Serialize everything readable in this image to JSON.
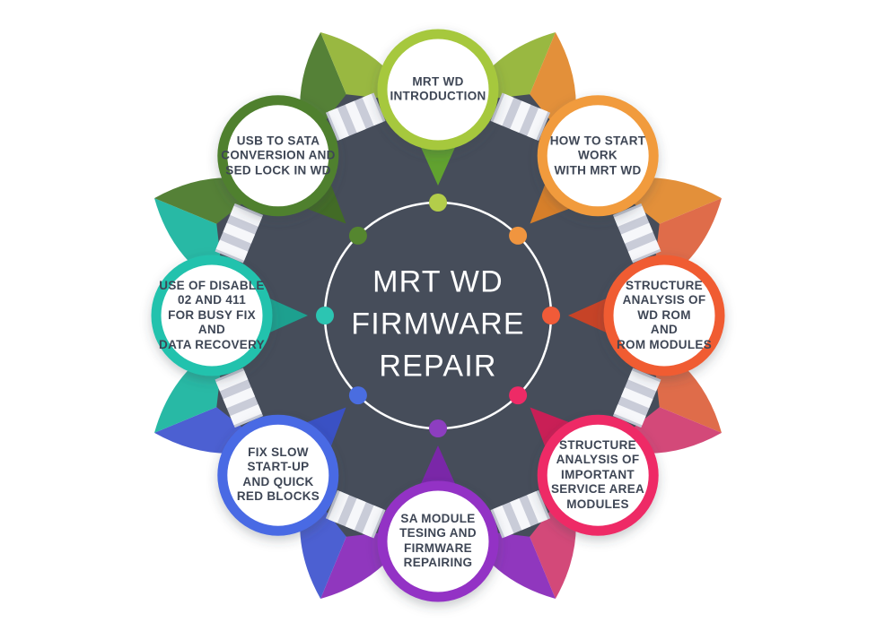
{
  "title": "MRT WD Firmware Repair wheel infographic",
  "center": {
    "label": "MRT WD\nFIRMWARE\nREPAIR",
    "bg_color": "#464d5a",
    "text_color": "#ffffff",
    "ring_color": "#ffffff"
  },
  "colors": {
    "wheel_body": "#464d5a",
    "crosswalk_base": "#c9ccd8",
    "crosswalk_stripe": "#f6f7fa",
    "label_text": "#3e4655",
    "circle_fill": "#ffffff"
  },
  "segments": [
    {
      "id": "mrt-wd-introduction",
      "label": "MRT WD\nINTRODUCTION",
      "angle": 90,
      "ring": "#a6c83e",
      "tail": "#61a22f",
      "petal": "#93b437",
      "dot": "#b3cd4a"
    },
    {
      "id": "how-to-start-work",
      "label": "HOW TO START\nWORK\nWITH MRT WD",
      "angle": 45,
      "ring": "#f19b3c",
      "tail": "#d77f2a",
      "petal": "#e18a2f",
      "dot": "#f0953f"
    },
    {
      "id": "structure-analysis-rom",
      "label": "STRUCTURE\nANALYSIS OF\nWD ROM\nAND\nROM MODULES",
      "angle": 0,
      "ring": "#f05b31",
      "tail": "#c64327",
      "petal": "#dd6440",
      "dot": "#f15b38"
    },
    {
      "id": "structure-analysis-service-area",
      "label": "STRUCTURE\nANALYSIS OF\nIMPORTANT\nSERVICE AREA\nMODULES",
      "angle": -45,
      "ring": "#ee2a66",
      "tail": "#c91f56",
      "petal": "#d13f72",
      "dot": "#ee2a66"
    },
    {
      "id": "sa-module-testing",
      "label": "SA MODULE\nTESING AND\nFIRMWARE\nREPAIRING",
      "angle": -90,
      "ring": "#9331c5",
      "tail": "#7a27a8",
      "petal": "#8a2cba",
      "dot": "#8d3ec0"
    },
    {
      "id": "fix-slow-startup",
      "label": "FIX SLOW\nSTART-UP\nAND QUICK\nRED BLOCKS",
      "angle": -135,
      "ring": "#4a6ae4",
      "tail": "#3a51c4",
      "petal": "#4257d0",
      "dot": "#4a6de0"
    },
    {
      "id": "use-of-disable-02-411",
      "label": "USE OF DISABLE\n02 AND 411\nFOR BUSY FIX AND\nDATA RECOVERY",
      "angle": -180,
      "ring": "#21c2ad",
      "tail": "#1da08f",
      "petal": "#1cb5a0",
      "dot": "#2cc5b2"
    },
    {
      "id": "usb-to-sata-conversion",
      "label": "USB TO SATA\nCONVERSION AND\nSED LOCK IN WD",
      "angle": -225,
      "ring": "#50802f",
      "tail": "#426b26",
      "petal": "#4c7a2c",
      "dot": "#55862f"
    }
  ]
}
